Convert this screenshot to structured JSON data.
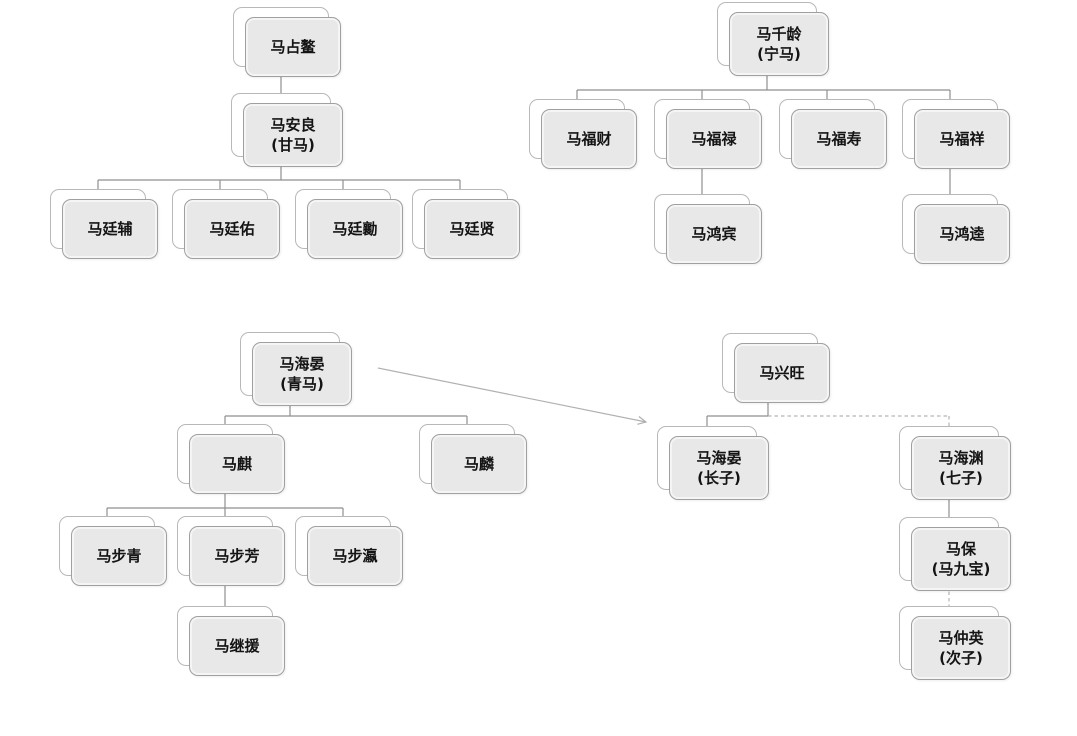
{
  "diagram": {
    "description": "Four family trees of Ma clique lineages connected by a reference arrow",
    "colors": {
      "background": "#ffffff",
      "node_fill": "#e8e8e8",
      "node_front_border": "#a0a0a0",
      "node_back_fill": "#ffffff",
      "node_back_border": "#b8b8b8",
      "connector_solid": "#8f8f8f",
      "connector_dashed": "#b3b3b3",
      "cross_arrow": "#b0b0b0",
      "text": "#141414"
    },
    "trees": [
      {
        "id": "ma-zhanao-family",
        "nodes": [
          {
            "id": "ma-zhanao",
            "label": "马占鳌",
            "parent": null,
            "connector": null
          },
          {
            "id": "ma-anliang",
            "label": "马安良\n(甘马)",
            "parent": "ma-zhanao",
            "connector": "solid"
          },
          {
            "id": "ma-tingfu",
            "label": "马廷辅",
            "parent": "ma-anliang",
            "connector": "solid"
          },
          {
            "id": "ma-tingyou",
            "label": "马廷佑",
            "parent": "ma-anliang",
            "connector": "solid"
          },
          {
            "id": "ma-tingxiang",
            "label": "马廷勷",
            "parent": "ma-anliang",
            "connector": "solid"
          },
          {
            "id": "ma-tingxian",
            "label": "马廷贤",
            "parent": "ma-anliang",
            "connector": "solid"
          }
        ]
      },
      {
        "id": "ma-qianling-family",
        "nodes": [
          {
            "id": "ma-qianling",
            "label": "马千龄\n(宁马)",
            "parent": null,
            "connector": null
          },
          {
            "id": "ma-fucai",
            "label": "马福财",
            "parent": "ma-qianling",
            "connector": "solid"
          },
          {
            "id": "ma-fulu",
            "label": "马福禄",
            "parent": "ma-qianling",
            "connector": "solid"
          },
          {
            "id": "ma-fushou",
            "label": "马福寿",
            "parent": "ma-qianling",
            "connector": "solid"
          },
          {
            "id": "ma-fuxiang",
            "label": "马福祥",
            "parent": "ma-qianling",
            "connector": "solid"
          },
          {
            "id": "ma-hongbin",
            "label": "马鸿宾",
            "parent": "ma-fulu",
            "connector": "solid"
          },
          {
            "id": "ma-hongkui",
            "label": "马鸿逵",
            "parent": "ma-fuxiang",
            "connector": "solid"
          }
        ]
      },
      {
        "id": "ma-haiyan-family",
        "nodes": [
          {
            "id": "ma-haiyan-qing",
            "label": "马海晏\n(青马)",
            "parent": null,
            "connector": null
          },
          {
            "id": "ma-qi",
            "label": "马麒",
            "parent": "ma-haiyan-qing",
            "connector": "solid"
          },
          {
            "id": "ma-lin",
            "label": "马麟",
            "parent": "ma-haiyan-qing",
            "connector": "solid"
          },
          {
            "id": "ma-buqing",
            "label": "马步青",
            "parent": "ma-qi",
            "connector": "solid"
          },
          {
            "id": "ma-bufang",
            "label": "马步芳",
            "parent": "ma-qi",
            "connector": "solid"
          },
          {
            "id": "ma-buying",
            "label": "马步瀛",
            "parent": "ma-qi",
            "connector": "solid"
          },
          {
            "id": "ma-jiyuan",
            "label": "马继援",
            "parent": "ma-bufang",
            "connector": "solid"
          }
        ]
      },
      {
        "id": "ma-xingwang-family",
        "nodes": [
          {
            "id": "ma-xingwang",
            "label": "马兴旺",
            "parent": null,
            "connector": null
          },
          {
            "id": "ma-haiyan-eldest",
            "label": "马海晏\n(长子)",
            "parent": "ma-xingwang",
            "connector": "solid"
          },
          {
            "id": "ma-haiyuan",
            "label": "马海渊\n(七子)",
            "parent": "ma-xingwang",
            "connector": "dashed"
          },
          {
            "id": "ma-bao",
            "label": "马保\n(马九宝)",
            "parent": "ma-haiyuan",
            "connector": "solid"
          },
          {
            "id": "ma-zhongying",
            "label": "马仲英\n(次子)",
            "parent": "ma-bao",
            "connector": "dashed"
          }
        ]
      }
    ],
    "cross_reference_arrow": {
      "from": "ma-haiyan-qing",
      "to": "ma-xingwang-family",
      "style": "thin gray open-head arrow"
    }
  }
}
